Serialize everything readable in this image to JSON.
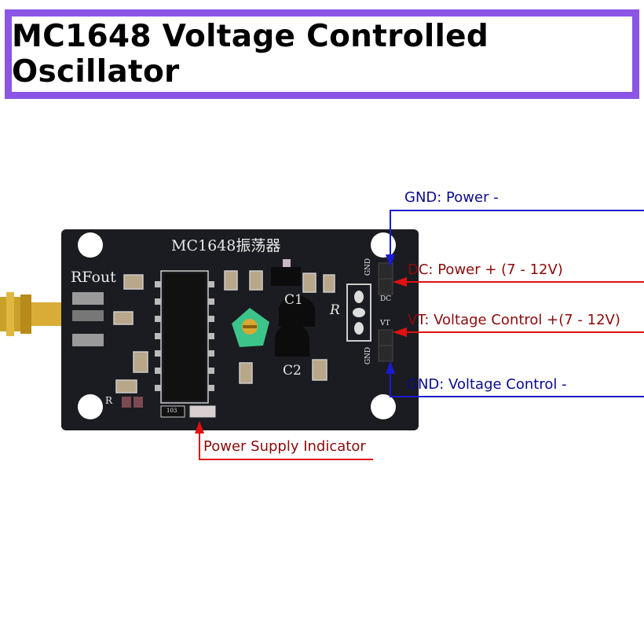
{
  "title": "MC1648 Voltage Controlled Oscillator",
  "board": {
    "silkscreen_title": "MC1648振荡器",
    "rfout": "RFout",
    "c1": "C1",
    "c2": "C2",
    "r": "R",
    "r_pot": "R",
    "gnd_top": "GND",
    "dc": "DC",
    "vt": "VT",
    "gnd_bottom": "GND",
    "resistor_code": "103"
  },
  "annotations": {
    "gnd_power": "GND: Power -",
    "dc_power": "DC: Power + (7 - 12V)",
    "vt_control": "VT: Voltage Control +(7 - 12V)",
    "gnd_control": "GND: Voltage Control -",
    "power_indicator": "Power Supply Indicator"
  },
  "colors": {
    "frame": "#8b55e6",
    "gnd_line": "#1a1ad0",
    "power_line": "#e01010",
    "pcb": "#1b1c21"
  }
}
